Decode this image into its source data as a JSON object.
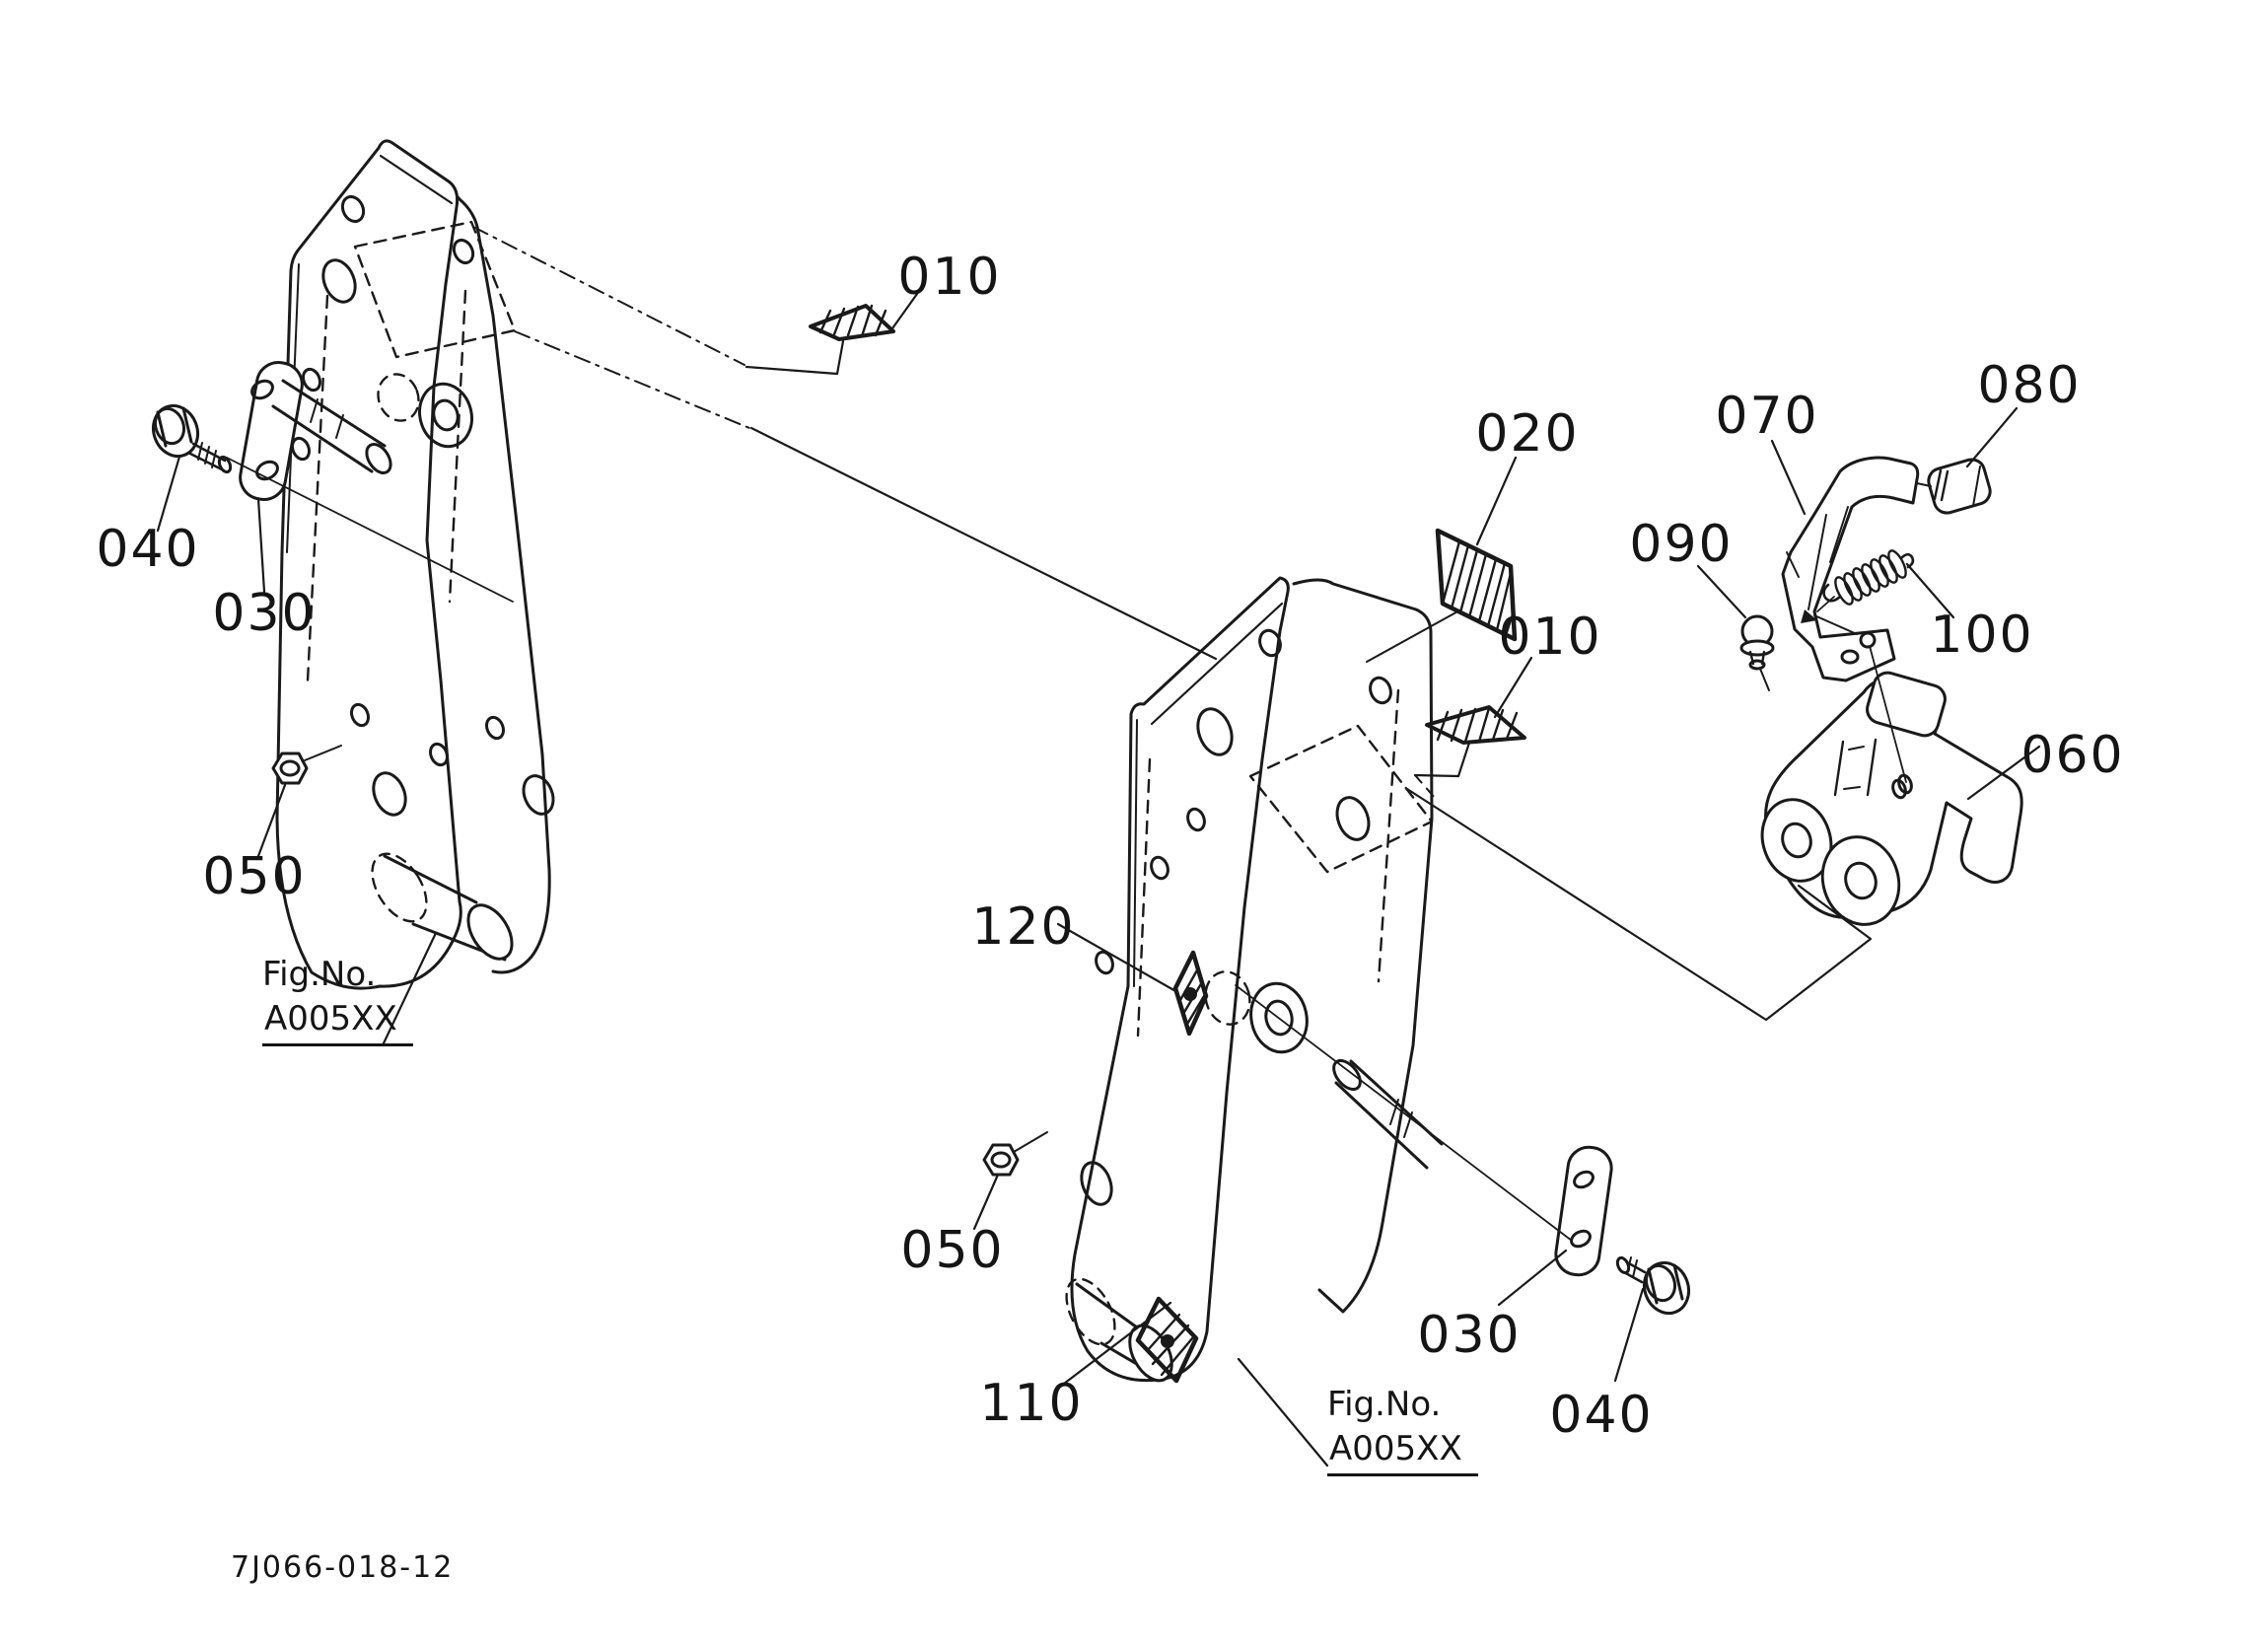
{
  "colors": {
    "line": "#1a1a1a",
    "background": "#ffffff"
  },
  "labels": [
    {
      "text": "010"
    },
    {
      "text": "040"
    },
    {
      "text": "030"
    },
    {
      "text": "050"
    },
    {
      "text": "020"
    },
    {
      "text": "010"
    },
    {
      "text": "090"
    },
    {
      "text": "070"
    },
    {
      "text": "080"
    },
    {
      "text": "100"
    },
    {
      "text": "060"
    },
    {
      "text": "120"
    },
    {
      "text": "110"
    },
    {
      "text": "050"
    },
    {
      "text": "030"
    },
    {
      "text": "040"
    }
  ],
  "fig_refs": [
    {
      "line1": "Fig.No.",
      "line2": "A005XX"
    },
    {
      "line1": "Fig.No.",
      "line2": "A005XX"
    }
  ],
  "doc": {
    "number": "7J066-018-12"
  }
}
